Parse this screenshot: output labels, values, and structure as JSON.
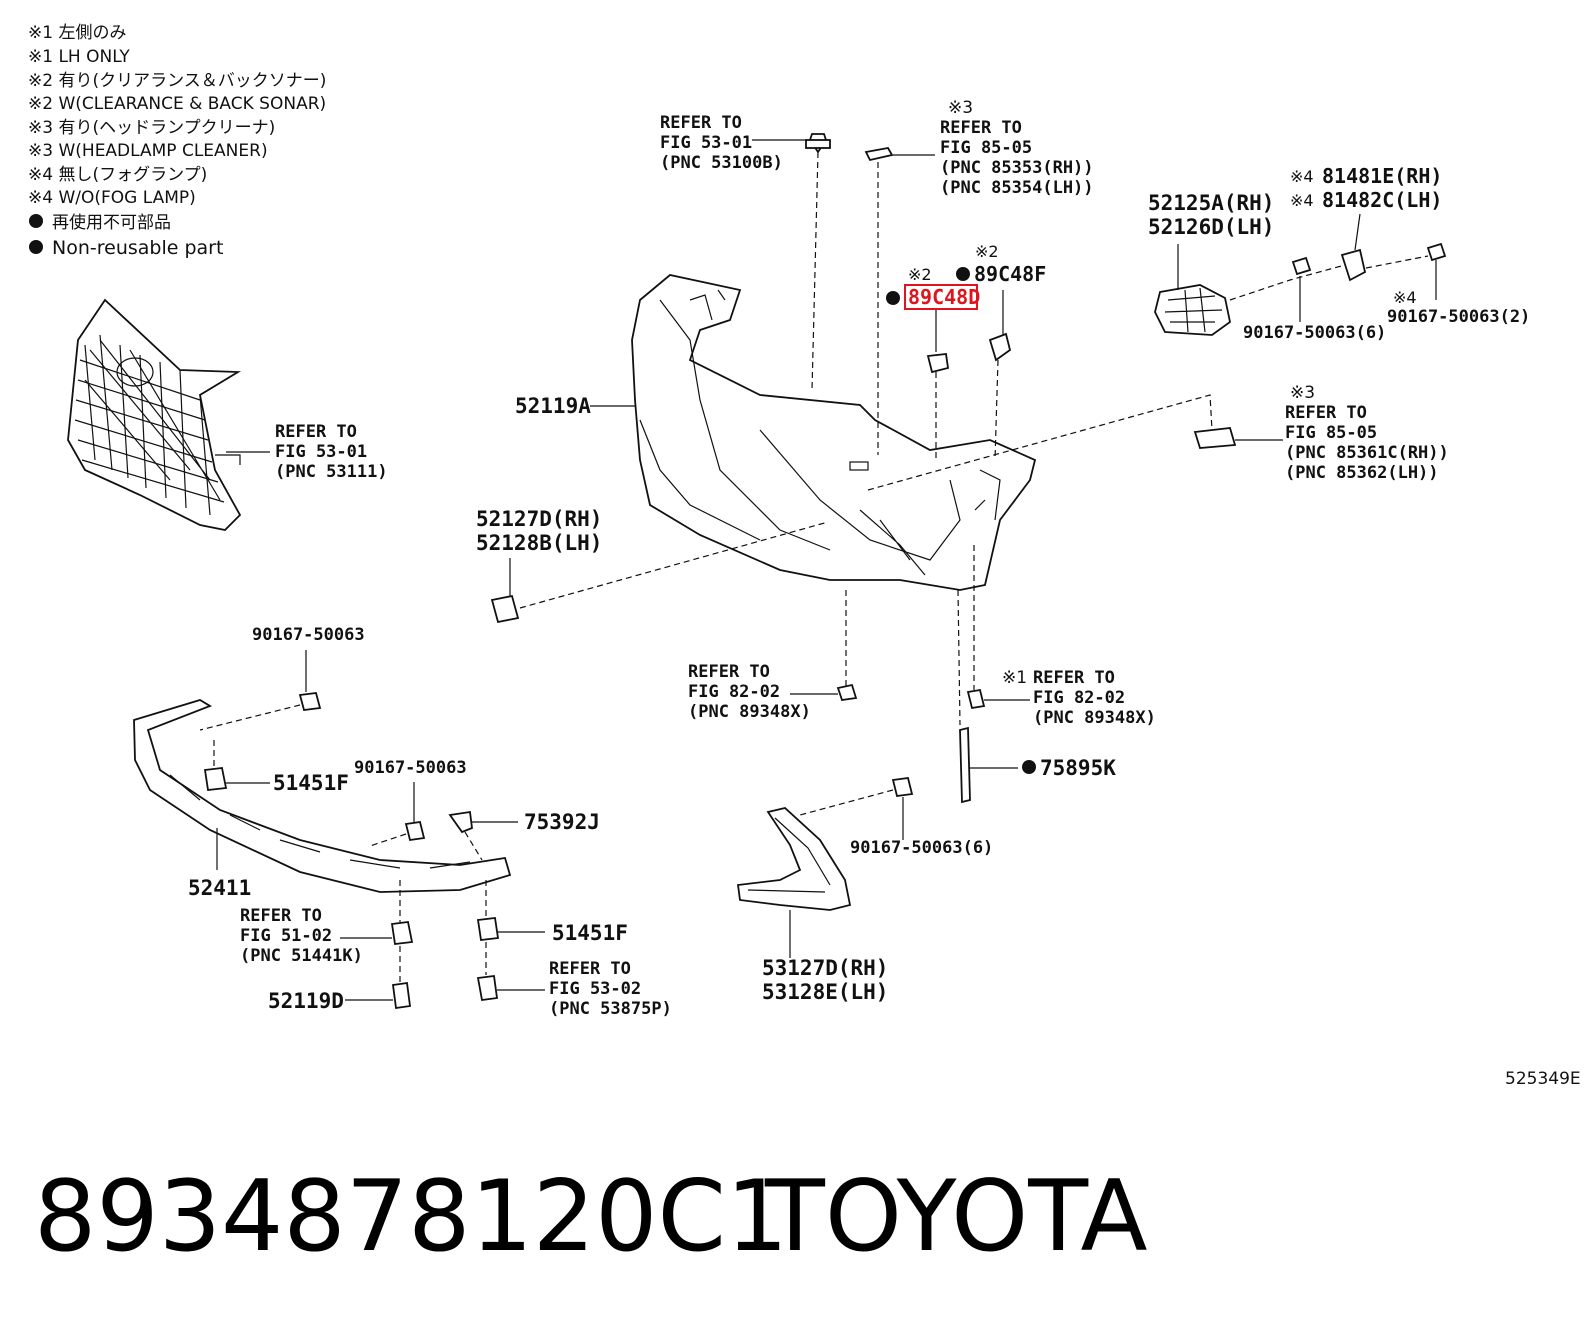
{
  "legend": [
    "※1 左側のみ",
    "※1 LH ONLY",
    "※2 有り(クリアランス＆バックソナー)",
    "※2 W(CLEARANCE & BACK SONAR)",
    "※3 有り(ヘッドランプクリーナ)",
    "※3 W(HEADLAMP CLEANER)",
    "※4 無し(フォグランプ)",
    "※4 W/O(FOG LAMP)",
    "再使用不可部品",
    "Non-reusable part"
  ],
  "refs": {
    "r1": [
      "REFER TO",
      "FIG 53-01",
      "(PNC 53100B)"
    ],
    "r2_mark": "※3",
    "r2": [
      "REFER TO",
      "FIG 85-05",
      "(PNC 85353(RH))",
      "(PNC 85354(LH))"
    ],
    "r3": [
      "REFER TO",
      "FIG 53-01",
      "(PNC 53111)"
    ],
    "r4_mark": "※3",
    "r4": [
      "REFER TO",
      "FIG 85-05",
      "(PNC 85361C(RH))",
      "(PNC 85362(LH))"
    ],
    "r5": [
      "REFER TO",
      "FIG 82-02",
      "(PNC 89348X)"
    ],
    "r6_mark": "※1",
    "r6": [
      "REFER TO",
      "FIG 82-02",
      "(PNC 89348X)"
    ],
    "r7": [
      "REFER TO",
      "FIG 51-02",
      "(PNC 51441K)"
    ],
    "r8": [
      "REFER TO",
      "FIG 53-02",
      "(PNC 53875P)"
    ]
  },
  "parts": {
    "p52125a": "52125A(RH)",
    "p52126d": "52126D(LH)",
    "m81481": "※4",
    "p81481e": "81481E(RH)",
    "m81482": "※4",
    "p81482c": "81482C(LH)",
    "p89c48f_mark": "※2",
    "p89c48f": "89C48F",
    "p89c48d_mark": "※2",
    "p89c48d": "89C48D",
    "p52119a": "52119A",
    "p52127d": "52127D(RH)",
    "p52128b": "52128B(LH)",
    "p90167_a": "90167-50063(6)",
    "p90167_b_mark": "※4",
    "p90167_b": "90167-50063(2)",
    "p90167_c": "90167-50063",
    "p90167_d": "90167-50063",
    "p90167_e": "90167-50063(6)",
    "p51451f_a": "51451F",
    "p51451f_b": "51451F",
    "p75392j": "75392J",
    "p52411": "52411",
    "p52119d": "52119D",
    "p75895k": "75895K",
    "p53127d": "53127D(RH)",
    "p53128e": "53128E(LH)"
  },
  "illustration_code": "525349E",
  "footer": {
    "part_number": "8934878120C1",
    "brand": "TOYOTA"
  },
  "colors": {
    "highlight": "#e0141b",
    "ink": "#111111"
  }
}
